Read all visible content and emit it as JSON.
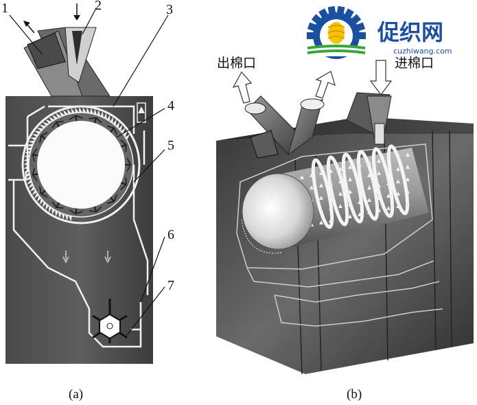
{
  "figure_a": {
    "caption": "(a)",
    "labels": [
      {
        "id": "1",
        "text": "1"
      },
      {
        "id": "2",
        "text": "2"
      },
      {
        "id": "3",
        "text": "3"
      },
      {
        "id": "4",
        "text": "4"
      },
      {
        "id": "5",
        "text": "5"
      },
      {
        "id": "6",
        "text": "6"
      },
      {
        "id": "7",
        "text": "7"
      }
    ]
  },
  "figure_b": {
    "caption": "(b)",
    "outlet_label": "出棉口",
    "inlet_label": "进棉口"
  },
  "watermark": {
    "brand_text": "促织网",
    "url": "cuzhiwang.com",
    "colors": {
      "blue": "#1b4fa0",
      "yellow": "#f5c400",
      "green": "#3aa63a"
    },
    "icon": "gear-logo-icon"
  }
}
